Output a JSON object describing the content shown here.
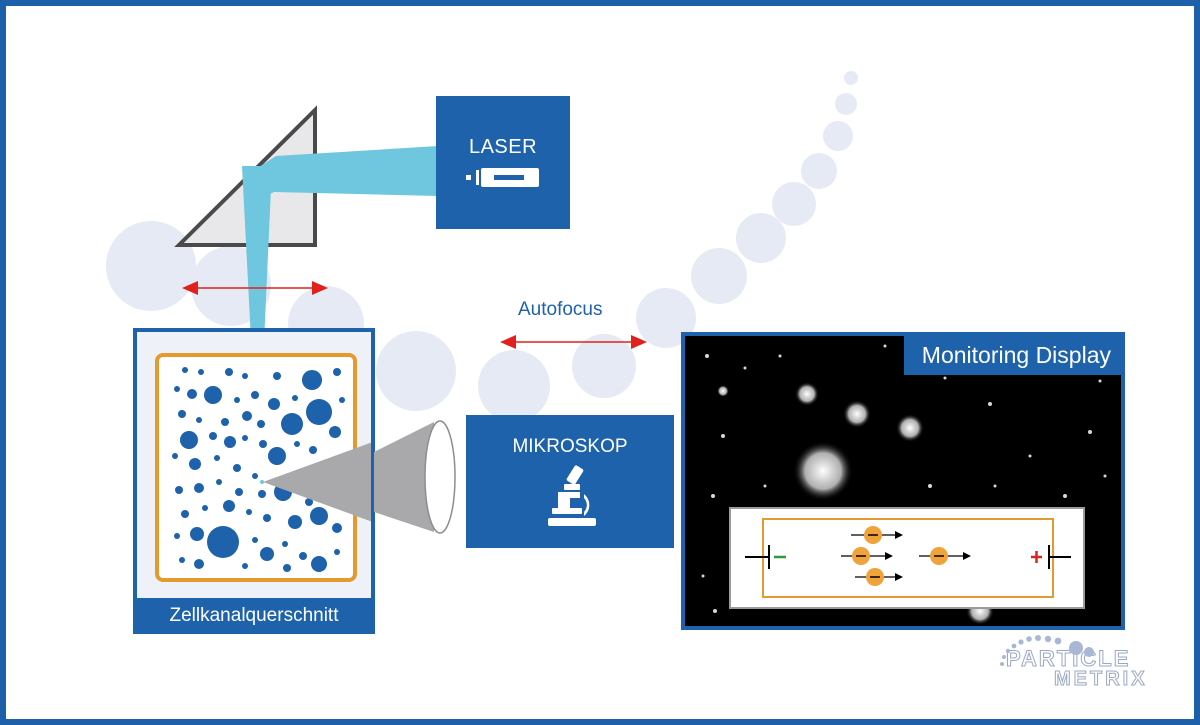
{
  "laser": {
    "label": "LASER"
  },
  "microscope": {
    "label": "MIKROSKOP"
  },
  "autofocus": {
    "label": "Autofocus"
  },
  "cell": {
    "caption": "Zellkanalquerschnitt"
  },
  "monitor": {
    "title": "Monitoring Display"
  },
  "inset": {
    "minus_sign": "−",
    "plus_sign": "+"
  },
  "logo": {
    "line1": "PARTICLE",
    "line2": "METRIX"
  },
  "colors": {
    "frame": "#1d5fa8",
    "box_blue": "#1d62ab",
    "beam": "#6ec7de",
    "arrow_red": "#e2211c",
    "particle_orange": "#f0a23b",
    "cell_border_orange": "#e59a2e",
    "electrode_minus": "#2e9a3c",
    "electrode_plus": "#d9261c"
  }
}
